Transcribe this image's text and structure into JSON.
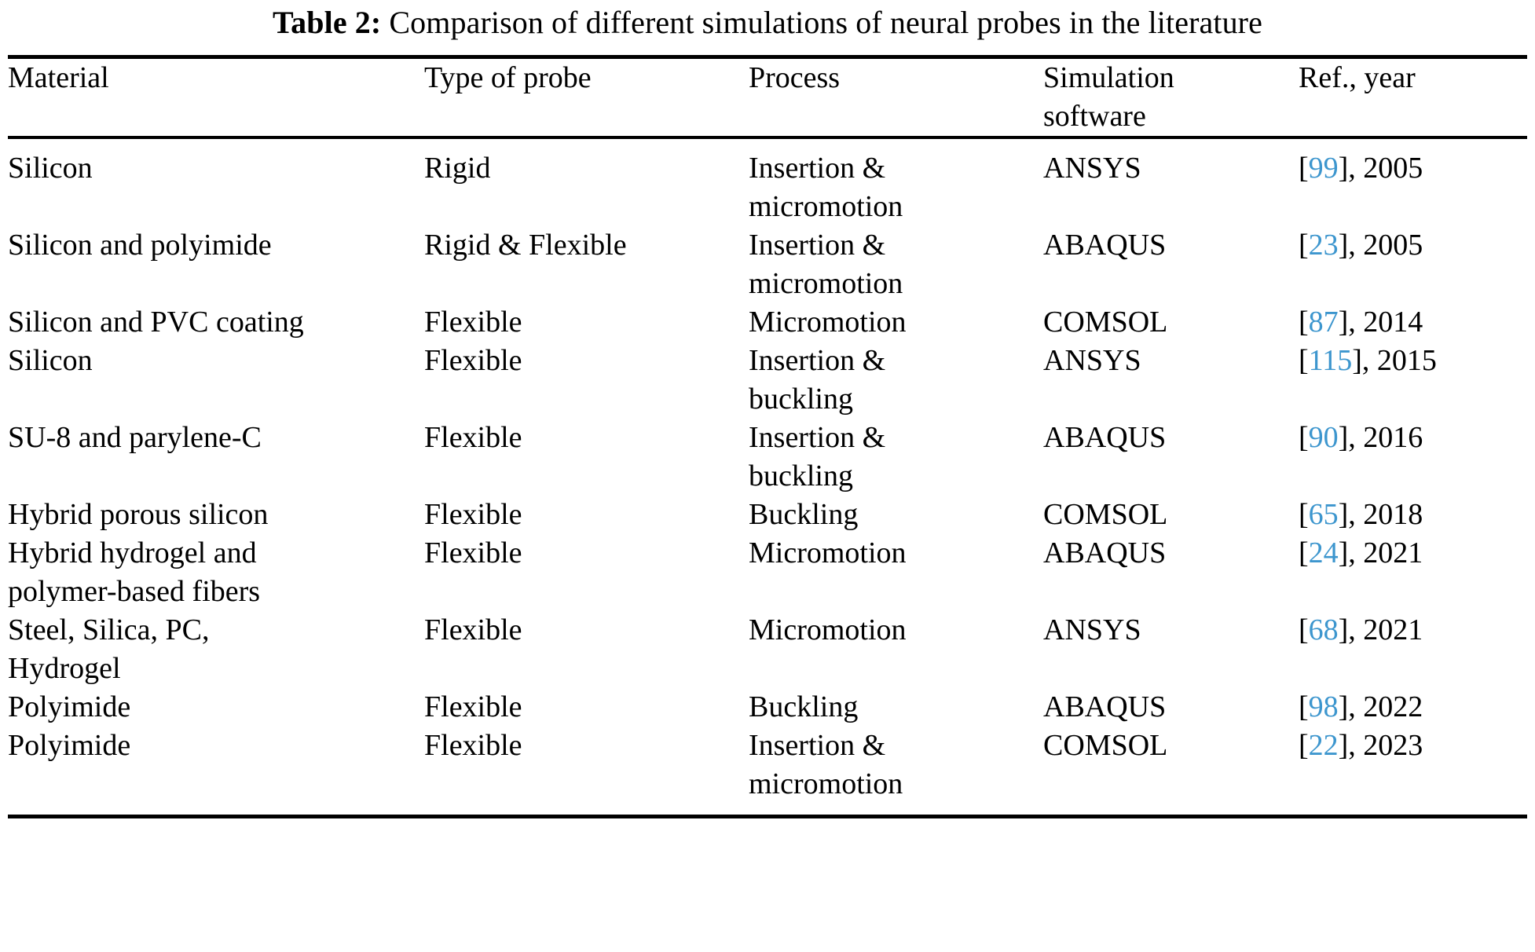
{
  "caption": {
    "label": "Table 2:",
    "text": "Comparison of different simulations of neural probes in the literature"
  },
  "colors": {
    "citation_blue": "#3d96ce",
    "text_black": "#000000",
    "rule_black": "#000000",
    "background": "#ffffff"
  },
  "table": {
    "headers": [
      {
        "line1": "Material",
        "line2": ""
      },
      {
        "line1": "Type of probe",
        "line2": ""
      },
      {
        "line1": "Process",
        "line2": ""
      },
      {
        "line1": "Simulation",
        "line2": "software"
      },
      {
        "line1": "Ref., year",
        "line2": ""
      }
    ],
    "rows": [
      {
        "material_l1": "Silicon",
        "material_l2": "",
        "type": "Rigid",
        "process_l1": "Insertion &",
        "process_l2": "micromotion",
        "software": "ANSYS",
        "ref_open": "[",
        "ref_num": "99",
        "ref_close": "], 2005"
      },
      {
        "material_l1": "Silicon and polyimide",
        "material_l2": "",
        "type": "Rigid & Flexible",
        "process_l1": "Insertion &",
        "process_l2": "micromotion",
        "software": "ABAQUS",
        "ref_open": "[",
        "ref_num": "23",
        "ref_close": "], 2005"
      },
      {
        "material_l1": "Silicon and PVC coating",
        "material_l2": "",
        "type": "Flexible",
        "process_l1": "Micromotion",
        "process_l2": "",
        "software": "COMSOL",
        "ref_open": "[",
        "ref_num": "87",
        "ref_close": "], 2014"
      },
      {
        "material_l1": "Silicon",
        "material_l2": "",
        "type": "Flexible",
        "process_l1": "Insertion &",
        "process_l2": "buckling",
        "software": "ANSYS",
        "ref_open": "[",
        "ref_num": "115",
        "ref_close": "], 2015"
      },
      {
        "material_l1": "SU-8 and parylene-C",
        "material_l2": "",
        "type": "Flexible",
        "process_l1": "Insertion &",
        "process_l2": "buckling",
        "software": "ABAQUS",
        "ref_open": "[",
        "ref_num": "90",
        "ref_close": "], 2016"
      },
      {
        "material_l1": "Hybrid porous silicon",
        "material_l2": "",
        "type": "Flexible",
        "process_l1": "Buckling",
        "process_l2": "",
        "software": "COMSOL",
        "ref_open": "[",
        "ref_num": "65",
        "ref_close": "], 2018"
      },
      {
        "material_l1": "Hybrid hydrogel and",
        "material_l2": "polymer-based fibers",
        "type": "Flexible",
        "process_l1": "Micromotion",
        "process_l2": "",
        "software": "ABAQUS",
        "ref_open": "[",
        "ref_num": "24",
        "ref_close": "], 2021"
      },
      {
        "material_l1": "Steel, Silica, PC,",
        "material_l2": "Hydrogel",
        "type": "Flexible",
        "process_l1": "Micromotion",
        "process_l2": "",
        "software": "ANSYS",
        "ref_open": "[",
        "ref_num": "68",
        "ref_close": "], 2021"
      },
      {
        "material_l1": "Polyimide",
        "material_l2": "",
        "type": "Flexible",
        "process_l1": "Buckling",
        "process_l2": "",
        "software": "ABAQUS",
        "ref_open": "[",
        "ref_num": "98",
        "ref_close": "], 2022"
      },
      {
        "material_l1": "Polyimide",
        "material_l2": "",
        "type": "Flexible",
        "process_l1": "Insertion &",
        "process_l2": "micromotion",
        "software": "COMSOL",
        "ref_open": "[",
        "ref_num": "22",
        "ref_close": "], 2023"
      }
    ]
  }
}
